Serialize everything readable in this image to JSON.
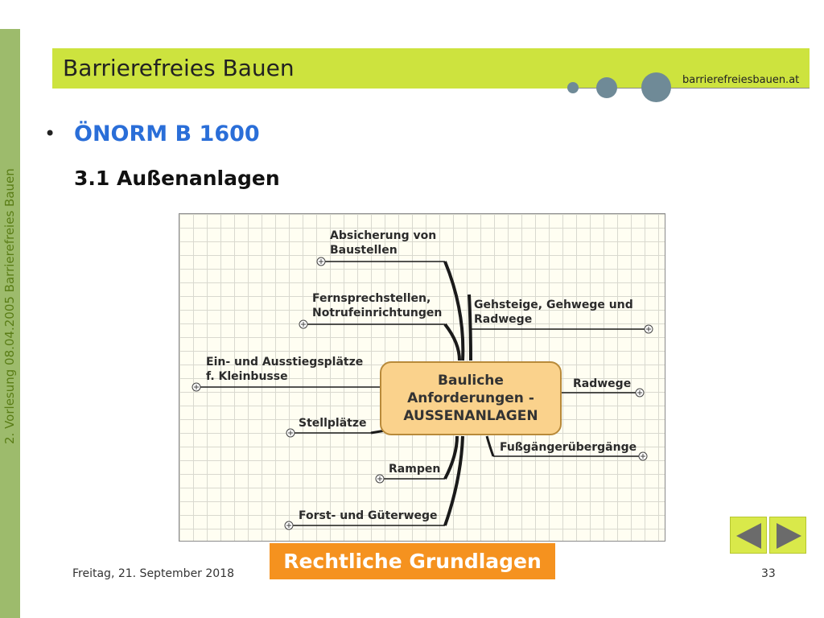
{
  "sidebar": {
    "text": "2. Vorlesung 08.04.2005 Barrierefreies Bauen"
  },
  "header": {
    "title": "Barrierefreies Bauen",
    "site": "barrierefreiesbauen.at",
    "bar_color": "#cde33e"
  },
  "content": {
    "bullet": "•",
    "heading": "ÖNORM B 1600",
    "subheading": "3.1 Außenanlagen"
  },
  "mindmap": {
    "center": "Bauliche\nAnforderungen -\nAUSSENANLAGEN",
    "branches": [
      {
        "label": "Absicherung von\nBaustellen"
      },
      {
        "label": "Fernsprechstellen,\nNotrufeinrichtungen"
      },
      {
        "label": "Ein- und Ausstiegsplätze\nf. Kleinbusse"
      },
      {
        "label": "Stellplätze"
      },
      {
        "label": "Rampen"
      },
      {
        "label": "Forst- und Güterwege"
      },
      {
        "label": "Gehsteige, Gehwege und\nRadwege"
      },
      {
        "label": "Radwege"
      },
      {
        "label": "Fußgängerübergänge"
      }
    ]
  },
  "footer": {
    "date": "Freitag, 21. September 2018",
    "section_label": "Rechtliche Grundlagen",
    "page": "33",
    "accent_color": "#f5921f"
  },
  "nav": {
    "prev_icon": "arrow-left-icon",
    "next_icon": "arrow-right-icon"
  }
}
